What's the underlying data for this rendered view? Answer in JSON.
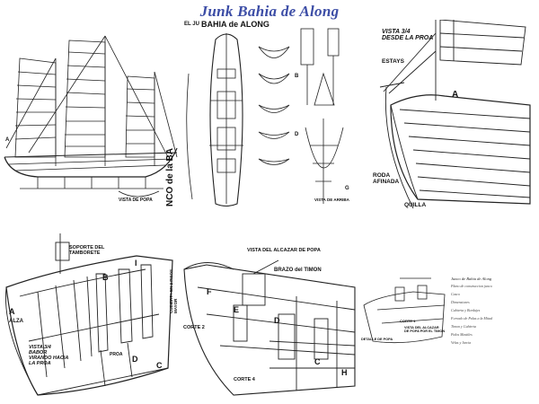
{
  "title": "Junk Bahia de Along",
  "panel_top_left": {
    "vertical_text": "JUNCO de la BA",
    "stern_label": "VISTA DE POPA",
    "letter": "A"
  },
  "panel_top_mid": {
    "header_prefix": "EL JU",
    "header": "BAHIA de ALONG",
    "bow_view_label": "VISTA DE ARRIBA",
    "letter_b": "B",
    "letter_d": "D",
    "letter_g": "G"
  },
  "panel_top_right": {
    "view_title": "VISTA 3/4\nDESDE LA PROA",
    "estays": "ESTAYS",
    "letter_a": "A",
    "roda": "RODA\nAFINADA",
    "quilla": "QUILLA"
  },
  "panel_bottom_left": {
    "soporte": "SOPORTE DEL\nTAMBORETE",
    "letter_b": "B",
    "letter_i": "I",
    "letter_a": "A",
    "alza": "ALZA",
    "letter_d": "D",
    "letter_c": "C",
    "vista": "VISTA 3/4\nBABOR\nVIRANDO HACIA\nLA PROA",
    "proa": "PROA",
    "right_note": "CUBIERTA EN 2 PISOS\nMAYOR"
  },
  "panel_bottom_mid": {
    "view_title": "VISTA DEL ALCAZAR DE POPA",
    "brazo": "BRAZO del TIMON",
    "letter_f": "F",
    "letter_e": "E",
    "letter_c": "C",
    "letter_h": "H",
    "corte2": "CORTE 2",
    "corte4": "CORTE 4",
    "letter_d": "D"
  },
  "panel_bottom_right": {
    "corte": "CORTE 1",
    "vista": "VISTA DEL ALCAZAR\nDE POPA POR EL TIMON",
    "small": "DETALLE DE POPA",
    "legend_title": "Junco de Bahia de Along",
    "legend_items": [
      "Plano de construccion junco",
      "Casco",
      "Dimensiones",
      "Cubierta y Bordajes",
      "Forrado de Palas a la Mitad",
      "Timon y Cubierta",
      "Palos Mastiles",
      "Velas y Jarcia"
    ]
  }
}
